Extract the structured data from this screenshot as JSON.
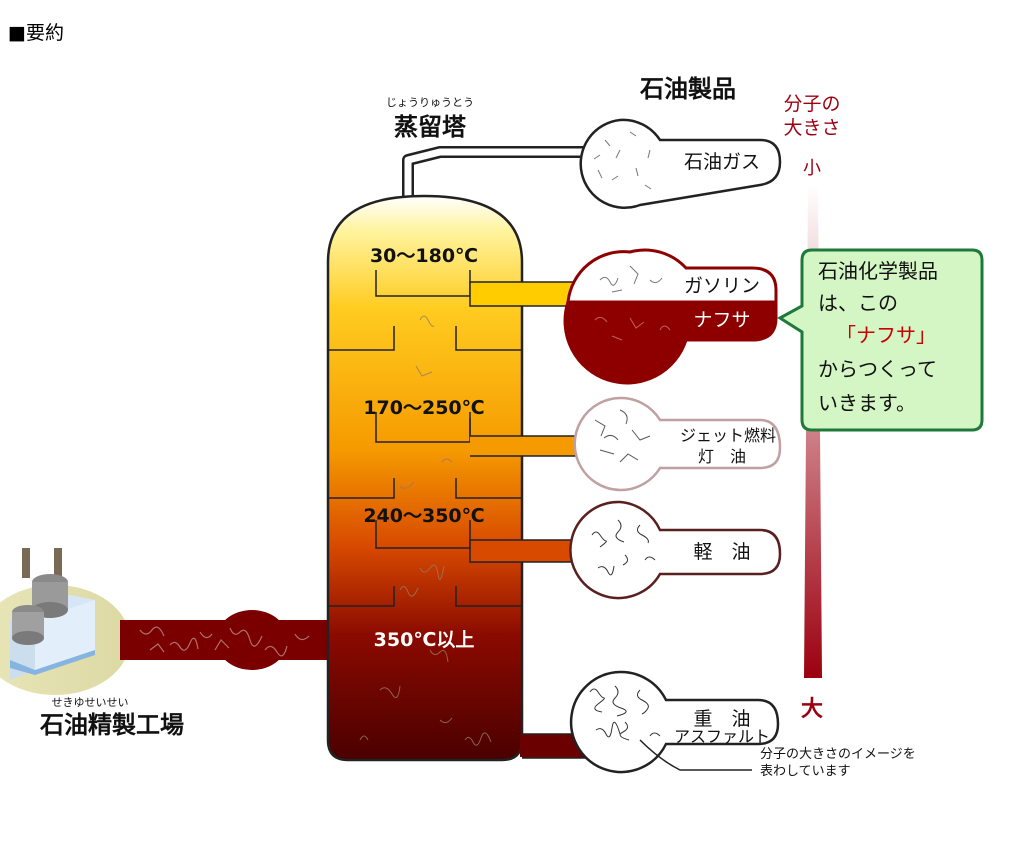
{
  "heading": "■要約",
  "labels": {
    "tower_ruby": "じょうりゅうとう",
    "tower": "蒸留塔",
    "products_title": "石油製品",
    "size_title_1": "分子の",
    "size_title_2": "大きさ",
    "size_small": "小",
    "size_large": "大",
    "refinery_ruby": "せきゆせいせい",
    "refinery": "石油精製工場",
    "note_1": "分子の大きさのイメージを",
    "note_2": "表わしています"
  },
  "temperatures": [
    "30〜180℃",
    "170〜250℃",
    "240〜350℃",
    "350℃以上"
  ],
  "products": {
    "gas": "石油ガス",
    "gasoline": "ガソリン",
    "naphtha": "ナフサ",
    "jet": "ジェット燃料",
    "kerosene": "灯　油",
    "diesel": "軽　油",
    "heavy": "重　油",
    "asphalt": "アスファルト"
  },
  "callout": {
    "line1": "石油化学製品",
    "line2": "は、この",
    "line3": "「ナフサ」",
    "line4": "からつくって",
    "line5": "いきます。"
  },
  "colors": {
    "tower_top": "#FFF4A0",
    "tower_mid": "#FFB000",
    "tower_low": "#D84A00",
    "tower_bottom": "#5A0000",
    "naphtha": "#8E0000",
    "callout_border": "#1E7A3A",
    "callout_bg": "#D4F5C4",
    "callout_accent": "#CC0000",
    "scale": "#9C0010"
  }
}
